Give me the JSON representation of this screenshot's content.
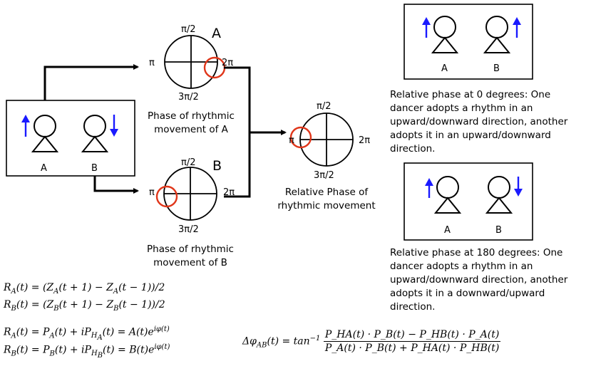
{
  "colors": {
    "arrow_blue": "#1a1aff",
    "phase_red": "#e0361a",
    "line": "#000000"
  },
  "phase_circle_a": {
    "letter": "A",
    "top": "π/2",
    "left": "π",
    "right": "2π",
    "bottom": "3π/2",
    "caption": [
      "Phase of rhythmic",
      "movement of A"
    ]
  },
  "phase_circle_b": {
    "letter": "B",
    "top": "π/2",
    "left": "π",
    "right": "2π",
    "bottom": "3π/2",
    "caption": [
      "Phase of rhythmic",
      "movement of B"
    ]
  },
  "relative_circle": {
    "top": "π/2",
    "left": "π",
    "right": "2π",
    "bottom": "3π/2",
    "caption": [
      "Relative Phase of",
      "rhythmic movement"
    ]
  },
  "left_box": {
    "dancer_a_label": "A",
    "dancer_b_label": "B"
  },
  "box_0deg": {
    "dancer_a_label": "A",
    "dancer_b_label": "B",
    "description": "Relative phase at 0 degrees: One dancer adopts a rhythm in an upward/downward direction, another adopts it in an upward/downward direction."
  },
  "box_180deg": {
    "dancer_a_label": "A",
    "dancer_b_label": "B",
    "description": "Relative phase at 180 degrees: One dancer adopts a rhythm in an upward/downward direction, another adopts it in a downward/upward direction."
  },
  "equations": {
    "ra": {
      "lhs": "R",
      "sub": "A",
      "rest": "(t) = (Z",
      "sub2": "A",
      "rest2": "(t + 1) − Z",
      "sub3": "A",
      "rest3": "(t − 1))/2"
    },
    "rb": {
      "lhs": "R",
      "sub": "B",
      "rest": "(t) = (Z",
      "sub2": "B",
      "rest2": "(t + 1) − Z",
      "sub3": "B",
      "rest3": "(t − 1))/2"
    },
    "ra_complex": {
      "text1": "R",
      "sub": "A",
      "text2": "(t) = P",
      "sub2": "A",
      "text3": "(t) + iP",
      "sub3": "H",
      "subsub3": "A",
      "text4": "(t) = A(t)e",
      "sup": "iφ(t)"
    },
    "rb_complex": {
      "text1": "R",
      "sub": "B",
      "text2": "(t) = P",
      "sub2": "B",
      "text3": "(t) + iP",
      "sub3": "H",
      "subsub3": "B",
      "text4": "(t) = B(t)e",
      "sup": "iφ(t)"
    },
    "delta_phi": {
      "lhs": "Δφ",
      "lhs_sub": "AB",
      "lhs_rest": "(t) = tan",
      "inv": "−1",
      "numerator": "P_HA(t) · P_B(t) − P_HB(t) · P_A(t)",
      "denominator": "P_A(t) · P_B(t) + P_HA(t) · P_HB(t)"
    }
  }
}
